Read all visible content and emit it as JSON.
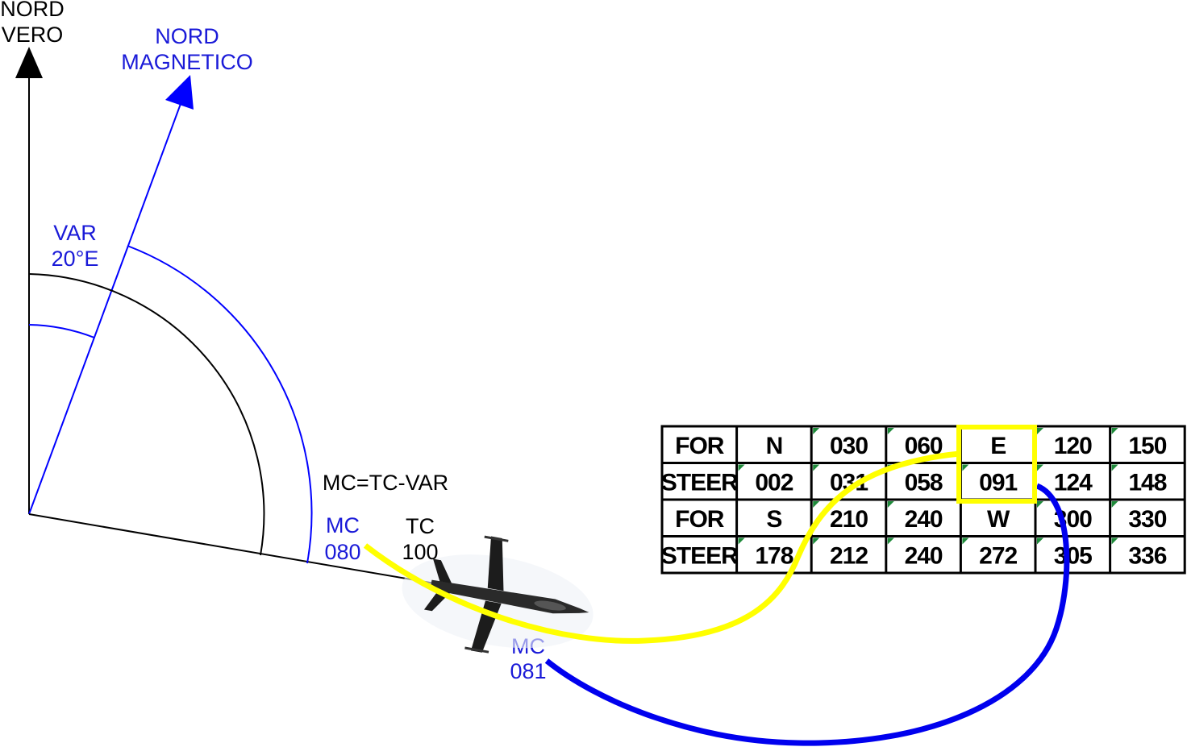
{
  "labels": {
    "true_north_1": "NORD",
    "true_north_2": "VERO",
    "mag_north_1": "NORD",
    "mag_north_2": "MAGNETICO",
    "var_1": "VAR",
    "var_2": "20°E",
    "formula": "MC=TC-VAR",
    "mc_1": "MC",
    "mc_1_value": "080",
    "tc": "TC",
    "tc_value": "100",
    "mc_2": "MC",
    "mc_2_value": "081"
  },
  "compass_card": {
    "rows": [
      [
        "FOR",
        "N",
        "030",
        "060",
        "E",
        "120",
        "150"
      ],
      [
        "STEER",
        "002",
        "031",
        "058",
        "091",
        "124",
        "148"
      ],
      [
        "FOR",
        "S",
        "210",
        "240",
        "W",
        "300",
        "330"
      ],
      [
        "STEER",
        "178",
        "212",
        "240",
        "272",
        "305",
        "336"
      ]
    ],
    "highlight_label": "E",
    "highlight_value": "091"
  },
  "colors": {
    "true_line": "#000000",
    "magnetic_line": "#0000ff",
    "highlight": "#ffff00",
    "link_blue": "#0000ee",
    "label_blue": "#1a1ad8"
  },
  "icons": {
    "aircraft": "fighter-jet-icon"
  }
}
